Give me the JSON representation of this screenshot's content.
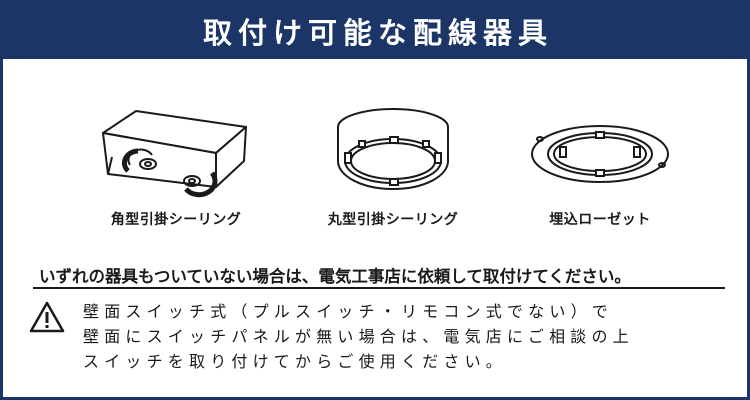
{
  "header": {
    "title": "取付け可能な配線器具"
  },
  "fixtures": [
    {
      "label": "角型引掛シーリング",
      "icon": "square-ceiling-outlet-icon"
    },
    {
      "label": "丸型引掛シーリング",
      "icon": "round-ceiling-outlet-icon"
    },
    {
      "label": "埋込ローゼット",
      "icon": "flush-rosette-icon"
    }
  ],
  "notice": {
    "text": "いずれの器具もついていない場合は、電気工事店に依頼して取付けてください。"
  },
  "warning": {
    "icon": "warning-triangle-icon",
    "lines": [
      "壁面スイッチ式（プルスイッチ・リモコン式でない）で",
      "壁面にスイッチパネルが無い場合は、電気店にご相談の上",
      "スイッチを取り付けてからご使用ください。"
    ]
  },
  "colors": {
    "header_bg": "#1b3567",
    "frame": "#1b3567",
    "text": "#1a1a1a"
  }
}
